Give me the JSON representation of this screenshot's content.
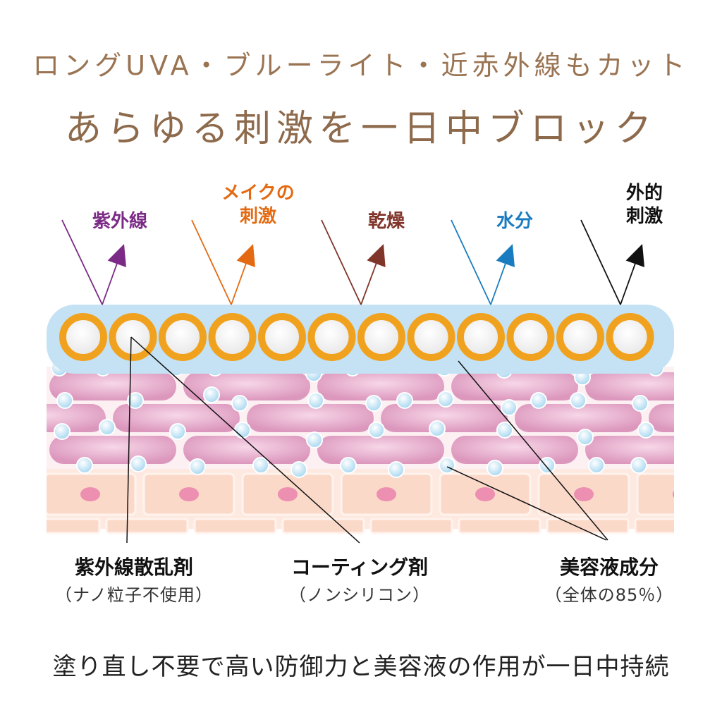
{
  "headline": {
    "line1": "ロングUVA・ブルーライト・近赤外線もカット",
    "line2": "あらゆる刺激を一日中ブロック"
  },
  "stimuli": [
    {
      "id": "uv",
      "lines": [
        "紫外線"
      ],
      "color": "#7b2b86"
    },
    {
      "id": "makeup",
      "lines": [
        "メイクの",
        "刺激"
      ],
      "color": "#e36a12"
    },
    {
      "id": "dry",
      "lines": [
        "乾燥"
      ],
      "color": "#80352b"
    },
    {
      "id": "water",
      "lines": [
        "水分"
      ],
      "color": "#1a7cc0"
    },
    {
      "id": "ext",
      "lines": [
        "外的",
        "刺激"
      ],
      "color": "#111111"
    }
  ],
  "captions": [
    {
      "title": "紫外線散乱剤",
      "sub": "（ナノ粒子不使用）"
    },
    {
      "title": "コーティング剤",
      "sub": "（ノンシリコン）"
    },
    {
      "title": "美容液成分",
      "sub": "（全体の85％）"
    }
  ],
  "footer": "塗り直し不要で高い防御力と美容液の作用が一日中持続",
  "colors": {
    "headline": "#9a7452",
    "ring": "#f0a21f",
    "coating": "#bfe0f3",
    "droplet": "#bfe3f5",
    "cell_pink": "#e6a8cb",
    "skin_base": "#fbe4da"
  }
}
